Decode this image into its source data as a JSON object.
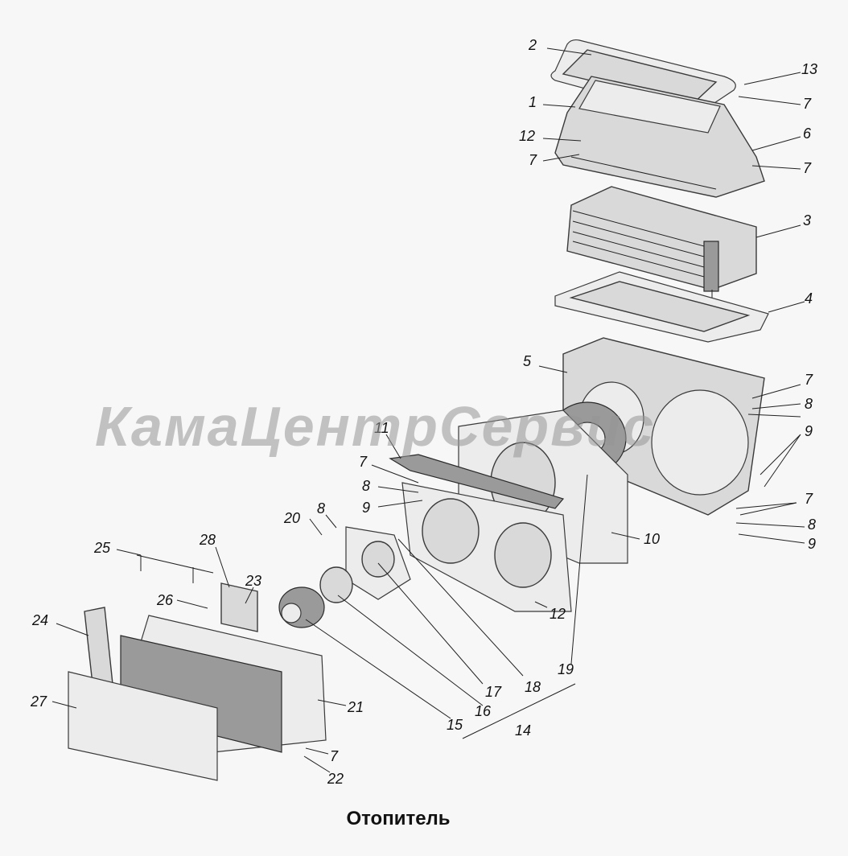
{
  "caption": "Отопитель",
  "watermark": "КамаЦентрСервис",
  "callouts": [
    "2",
    "13",
    "1",
    "7",
    "12",
    "7",
    "6",
    "7",
    "3",
    "4",
    "5",
    "7",
    "8",
    "9",
    "11",
    "7",
    "8",
    "9",
    "7",
    "8",
    "9",
    "10",
    "20",
    "8",
    "25",
    "28",
    "23",
    "26",
    "24",
    "12",
    "27",
    "21",
    "19",
    "17",
    "18",
    "16",
    "15",
    "14",
    "7",
    "22"
  ]
}
